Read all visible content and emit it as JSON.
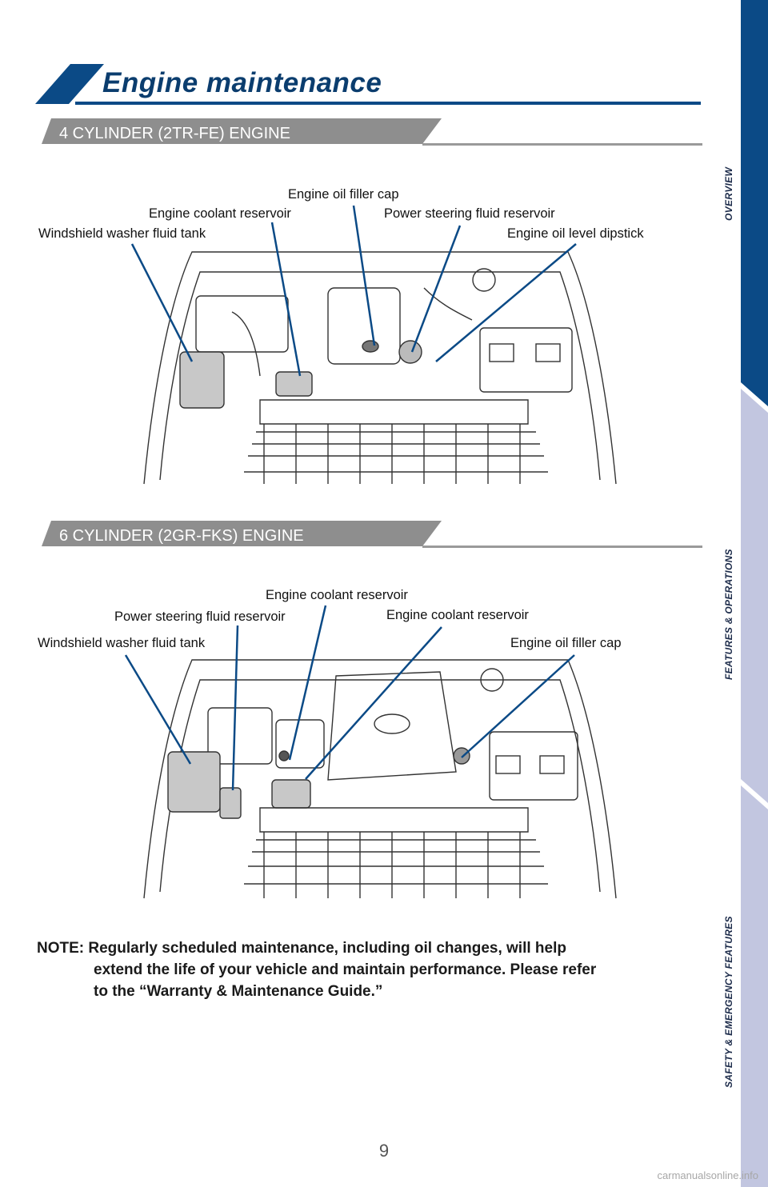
{
  "title": "Engine maintenance",
  "sections": [
    {
      "heading": "4 CYLINDER (2TR-FE) ENGINE",
      "callouts": {
        "oil_filler_cap": "Engine oil filler cap",
        "coolant_reservoir": "Engine coolant reservoir",
        "power_steering": "Power steering fluid reservoir",
        "washer_tank": "Windshield washer fluid tank",
        "oil_dipstick": "Engine oil level dipstick"
      }
    },
    {
      "heading": "6 CYLINDER (2GR-FKS) ENGINE",
      "callouts": {
        "coolant_reservoir_a": "Engine coolant reservoir",
        "power_steering": "Power steering fluid reservoir",
        "coolant_reservoir_b": "Engine coolant reservoir",
        "washer_tank": "Windshield washer fluid tank",
        "oil_filler_cap": "Engine oil filler cap"
      }
    }
  ],
  "note": {
    "line1": "NOTE: Regularly scheduled maintenance, including oil changes, will help",
    "line2": "extend the life of your vehicle and maintain performance. Please refer",
    "line3": "to the “Warranty & Maintenance Guide.”"
  },
  "sidebar": {
    "overview": "OVERVIEW",
    "features": "FEATURES & OPERATIONS",
    "safety": "SAFETY & EMERGENCY FEATURES"
  },
  "page_number": "9",
  "watermark": "carmanualsonline.info",
  "colors": {
    "brand_navy": "#0b4a86",
    "sidebar_lavender": "#c2c6e0",
    "header_gray": "#8e8e8e"
  }
}
